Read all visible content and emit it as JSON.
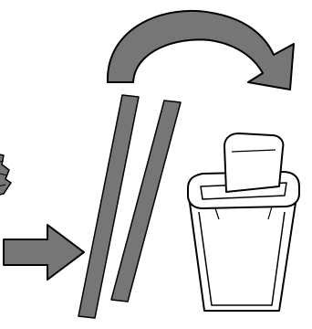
{
  "illustration": {
    "items": [
      {
        "id": "crumpled-paper",
        "icon": "crumpled-paper-icon"
      },
      {
        "id": "right-arrow",
        "icon": "arrow-right-icon"
      },
      {
        "id": "paper-strips",
        "icon": "shredded-strips-icon"
      },
      {
        "id": "curved-arrow",
        "icon": "curved-arrow-icon"
      },
      {
        "id": "trash-bin",
        "icon": "swing-lid-trash-bin-icon"
      }
    ],
    "colors": {
      "fill_gray": "#767676",
      "stroke": "#000000",
      "bin_fill": "#ffffff",
      "background": "#ffffff"
    }
  }
}
